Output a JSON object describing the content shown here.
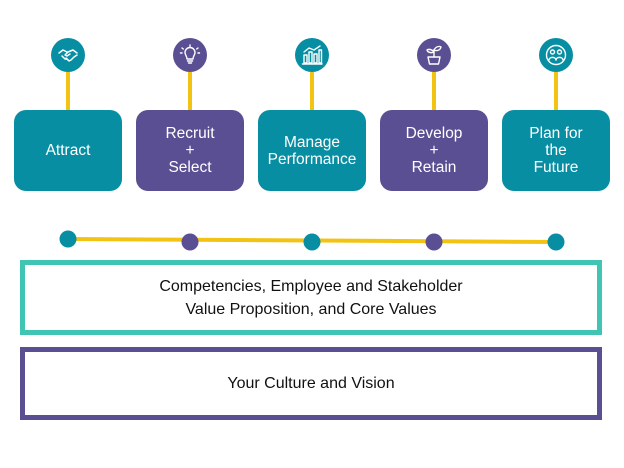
{
  "colors": {
    "teal": "#078ea3",
    "purple": "#5a4f92",
    "connector_yellow": "#f2c313",
    "values_border": "#40c4b4",
    "vision_border": "#5a4f92"
  },
  "stages": [
    {
      "icon": "handshake-icon",
      "lines": [
        "Attract"
      ],
      "color": "teal"
    },
    {
      "icon": "lightbulb-icon",
      "lines": [
        "Recruit",
        "+",
        "Select"
      ],
      "color": "purple"
    },
    {
      "icon": "bar-chart-icon",
      "lines": [
        "Manage",
        "Performance"
      ],
      "color": "teal"
    },
    {
      "icon": "plant-icon",
      "lines": [
        "Develop",
        "+",
        "Retain"
      ],
      "color": "purple"
    },
    {
      "icon": "people-icon",
      "lines": [
        "Plan for",
        "the",
        "Future"
      ],
      "color": "teal"
    }
  ],
  "values_band": {
    "line1": "Competencies,  Employee and Stakeholder",
    "line2": "Value Proposition, and Core Values"
  },
  "vision_band": {
    "text": "Your Culture and Vision"
  }
}
